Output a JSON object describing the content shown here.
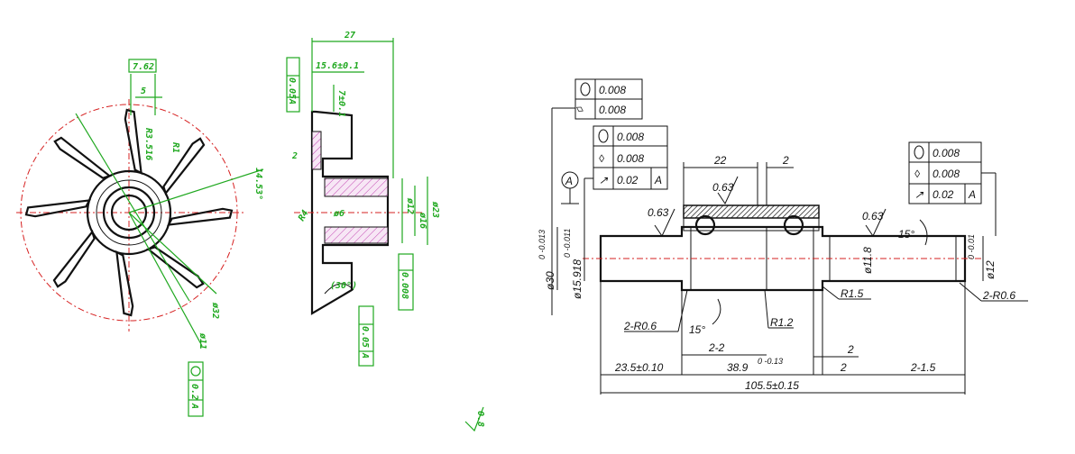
{
  "impeller_face": {
    "dim_width_boxed": "7.62",
    "dim_slot": "5",
    "dim_blade_r": "R3.516",
    "dim_r1": "R1",
    "dim_angle": "14.53°",
    "dim_dia32": "ø32",
    "dim_dia11": "ø11",
    "fcf_roundness_value": "0.2",
    "fcf_datum": "A"
  },
  "impeller_section": {
    "dim_27": "27",
    "dim_15_6": "15.6±0.1",
    "dim_7": "7±0.1",
    "dim_2": "2",
    "dim_r4": "R4",
    "dim_30deg": "(30°)",
    "dim_d12": "ø12",
    "dim_d16": "ø16",
    "dim_d23": "ø23",
    "dim_d6": "ø6",
    "fcf_top_value": "0.05",
    "fcf_top_datum": "A",
    "fcf_right_value": "0.008",
    "fcf_bottom_value": "0.05",
    "fcf_bottom_datum": "A",
    "surface_finish": "0.8"
  },
  "shaft": {
    "fcf_left_1": "0.008",
    "fcf_left_2": "0.008",
    "fcf_mid_1": "0.008",
    "fcf_mid_2": "0.008",
    "fcf_mid_3": "0.02",
    "fcf_mid_3_datum": "A",
    "fcf_right_1": "0.008",
    "fcf_right_2": "0.008",
    "fcf_right_3": "0.02",
    "fcf_right_3_datum": "A",
    "datum_a": "A",
    "finish_1": "0.63",
    "finish_2": "0.63",
    "finish_3": "0.63",
    "dim_22": "22",
    "dim_2_top": "2",
    "dim_d30": "ø30",
    "dim_d30_tol": "0 -0.013",
    "dim_d15918": "ø15.918",
    "dim_d15918_tol": "0 -0.011",
    "dim_d11_8": "ø11.8",
    "dim_d12": "ø12",
    "dim_d12_tol": "0 -0.01",
    "dim_15deg_right": "15°",
    "dim_15deg_left": "15°",
    "dim_2r06_left": "2-R0.6",
    "dim_2r06_right": "2-R0.6",
    "dim_r1_5": "R1.5",
    "dim_r1_2": "R1.2",
    "dim_2_2": "2-2",
    "dim_2_a": "2",
    "dim_2_b": "2",
    "dim_23_5": "23.5±0.10",
    "dim_38_9": "38.9",
    "dim_38_9_tol": "0 -0.13",
    "dim_2_1_5": "2-1.5",
    "dim_105_5": "105.5±0.15"
  },
  "colors": {
    "green": "#1fa81f",
    "red": "#d62020",
    "black": "#111111"
  }
}
